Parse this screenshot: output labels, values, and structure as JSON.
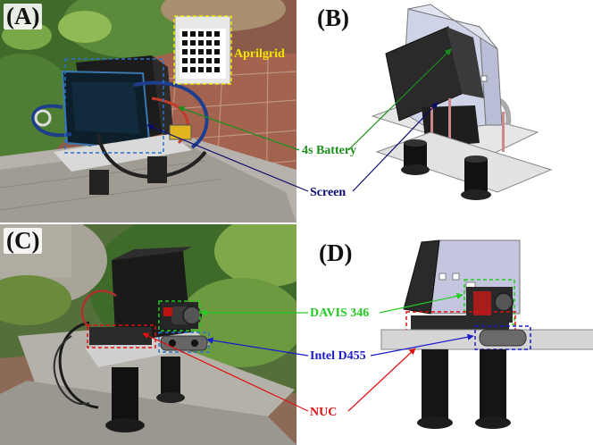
{
  "panels": {
    "a": {
      "label": "(A)"
    },
    "b": {
      "label": "(B)"
    },
    "c": {
      "label": "(C)"
    },
    "d": {
      "label": "(D)"
    }
  },
  "annotations": {
    "aprilgrid": {
      "text": "Aprilgrid",
      "color": "#f2e600"
    },
    "battery": {
      "text": "4s Battery",
      "color": "#1a8f1a"
    },
    "screen": {
      "text": "Screen",
      "color": "#0a0a6e"
    },
    "davis": {
      "text": "DAVIS 346",
      "color": "#22cc22"
    },
    "d455": {
      "text": "Intel D455",
      "color": "#1a1acc"
    },
    "nuc": {
      "text": "NUC",
      "color": "#e01010"
    }
  }
}
